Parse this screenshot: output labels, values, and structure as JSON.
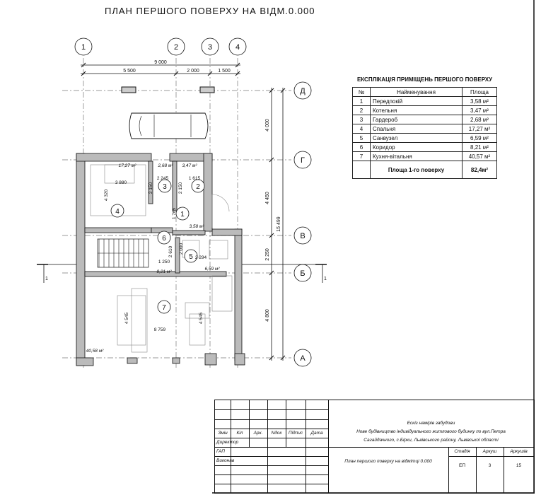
{
  "title": "ПЛАН ПЕРШОГО ПОВЕРХУ НА ВІДМ.0.000",
  "axes": {
    "vertical": [
      "1",
      "2",
      "3",
      "4"
    ],
    "horizontal": [
      "Д",
      "Г",
      "В",
      "Б",
      "А"
    ]
  },
  "dimensions": {
    "top_total": "9 000",
    "top_parts": [
      "5 500",
      "2 000",
      "1 500"
    ],
    "right_parts": [
      "4 000",
      "4 450",
      "2 250",
      "4 800"
    ],
    "right_total": "15 499",
    "section_mark": "1"
  },
  "rooms": [
    {
      "num": "1",
      "area": "3,58 м²"
    },
    {
      "num": "2",
      "area": "3,47 м²"
    },
    {
      "num": "3",
      "area": "2,68 м²"
    },
    {
      "num": "4",
      "area": "17,27 м²"
    },
    {
      "num": "5",
      "area": "6,59 м²"
    },
    {
      "num": "6",
      "area": "8,21 м²"
    },
    {
      "num": "7",
      "area": "40,58 м²"
    }
  ],
  "inner_dims": [
    "3 880",
    "4 320",
    "2 245",
    "2 150",
    "1 615",
    "2 150",
    "1 765",
    "2 610",
    "2 000",
    "2 294",
    "1 250",
    "4 545",
    "8 759",
    "4 545"
  ],
  "explication": {
    "title": "ЕКСПЛІКАЦІЯ ПРИМІЩЕНЬ ПЕРШОГО ПОВЕРХУ",
    "headers": [
      "№",
      "Найменування",
      "Площа"
    ],
    "rows": [
      {
        "n": "1",
        "name": "Передпокій",
        "area": "3,58 м²"
      },
      {
        "n": "2",
        "name": "Котельня",
        "area": "3,47 м²"
      },
      {
        "n": "3",
        "name": "Гардероб",
        "area": "2,68 м²"
      },
      {
        "n": "4",
        "name": "Спальня",
        "area": "17,27 м²"
      },
      {
        "n": "5",
        "name": "Санвузел",
        "area": "6,59 м²"
      },
      {
        "n": "6",
        "name": "Коридор",
        "area": "8,21 м²"
      },
      {
        "n": "7",
        "name": "Кухня-вітальня",
        "area": "40,57 м²"
      }
    ],
    "total_label": "Площа 1-го поверху",
    "total_value": "82,4м²"
  },
  "stamp": {
    "col_headers": [
      "Змін",
      "Кіл",
      "Арк.",
      "Nдок",
      "Підпис",
      "Дата"
    ],
    "roles": [
      "Директор",
      "ГАП",
      "Виконав"
    ],
    "project_line1": "Ескіз намірів забудови",
    "project_line2": "Нове будівництво індивідуального житлового будинку по вул.Петра",
    "project_line3": "Сагайдачного, с.Бірки, Львівського району, Львівської області",
    "sheet_title": "План першого поверху на відмітці 0.000",
    "stage_label": "Стадія",
    "sheet_label": "Аркуш",
    "sheets_label": "Аркушів",
    "stage": "ЕП",
    "sheet": "3",
    "sheets": "15"
  }
}
